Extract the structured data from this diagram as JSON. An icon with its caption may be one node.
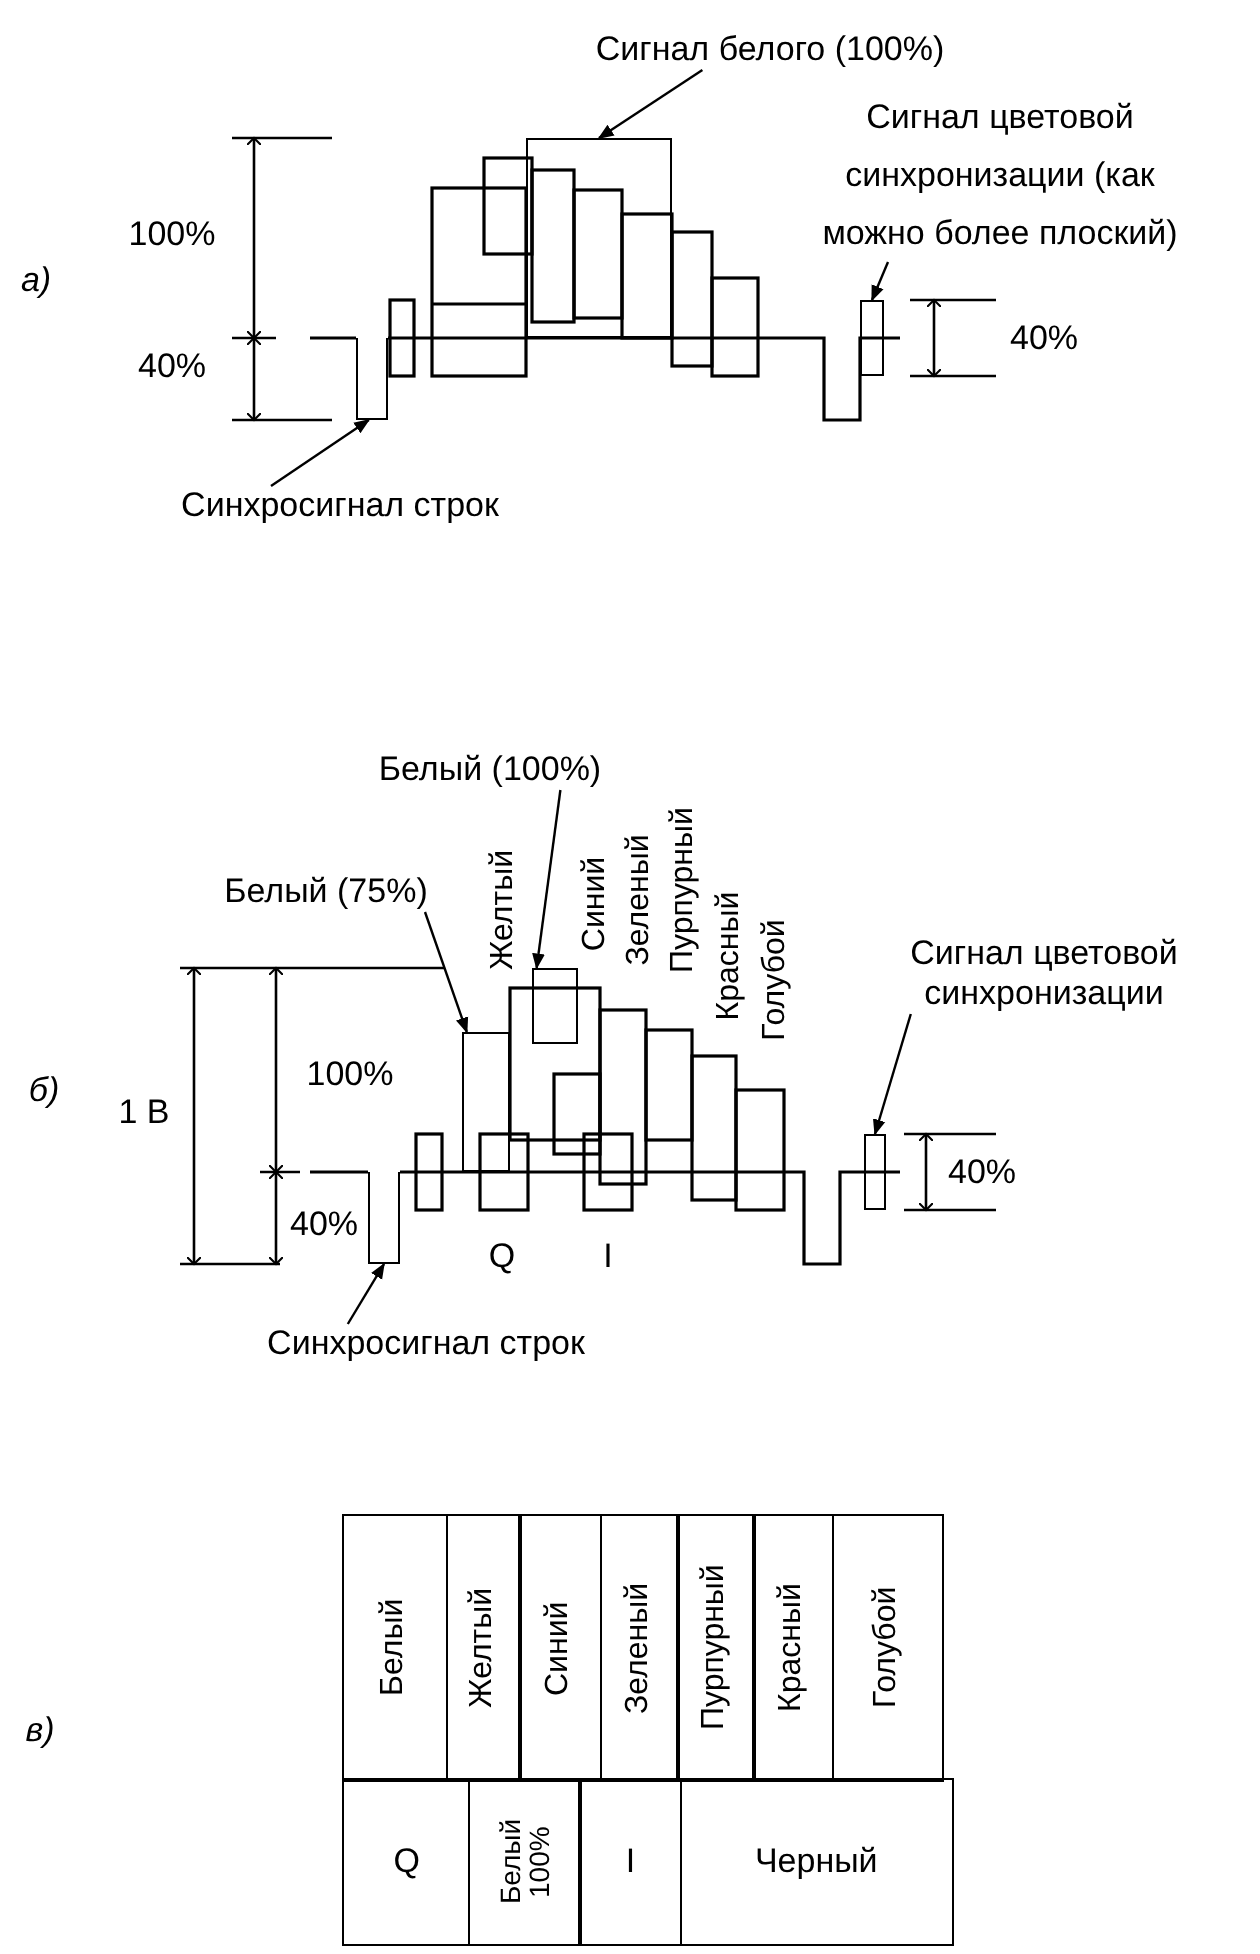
{
  "diagram": {
    "nodes": [
      {
        "text": [
          "Сигнал белого (100%)"
        ]
      },
      {
        "text": [],
        "shape": "bar"
      },
      {
        "text": [
          "Сигнал цветовой синхронизации (как можно более плоский)"
        ]
      },
      {
        "text": [],
        "shape": "bar"
      },
      {
        "text": [
          "Синхросигнал строк"
        ]
      },
      {
        "text": [],
        "shape": "bar"
      },
      {
        "text": [
          "Белый (100%)"
        ]
      },
      {
        "text": [],
        "shape": "bar"
      },
      {
        "text": [
          "Белый (75%)"
        ]
      },
      {
        "text": [],
        "shape": "bar"
      },
      {
        "text": [
          "Сигнал цветовой синхронизации"
        ]
      },
      {
        "text": [],
        "shape": "bar"
      },
      {
        "text": [
          "Синхросигнал строк"
        ]
      },
      {
        "text": [],
        "shape": "bar"
      }
    ],
    "edges": [
      {
        "from": 0,
        "to": 1,
        "arrow": "to"
      },
      {
        "from": 2,
        "to": 3,
        "arrow": "to"
      },
      {
        "from": 4,
        "to": 5,
        "arrow": "to"
      },
      {
        "from": 6,
        "to": 7,
        "arrow": "to"
      },
      {
        "from": 8,
        "to": 9,
        "arrow": "to"
      },
      {
        "from": 10,
        "to": 11,
        "arrow": "to"
      },
      {
        "from": 12,
        "to": 13,
        "arrow": "to"
      }
    ],
    "labels": [
      "а)",
      "100%",
      "40%",
      "40%",
      "б)",
      "Желтый",
      "Синий",
      "Зеленый",
      "Пурпурный",
      "Красный",
      "Голубой",
      "1 В",
      "100%",
      "40%",
      "40%",
      "Q",
      "I",
      "в)",
      "Белый",
      "Желтый",
      "Синий",
      "Зеленый",
      "Пурпурный",
      "Красный",
      "Голубой",
      "Q",
      "Белый 100%",
      "I",
      "Черный"
    ]
  }
}
